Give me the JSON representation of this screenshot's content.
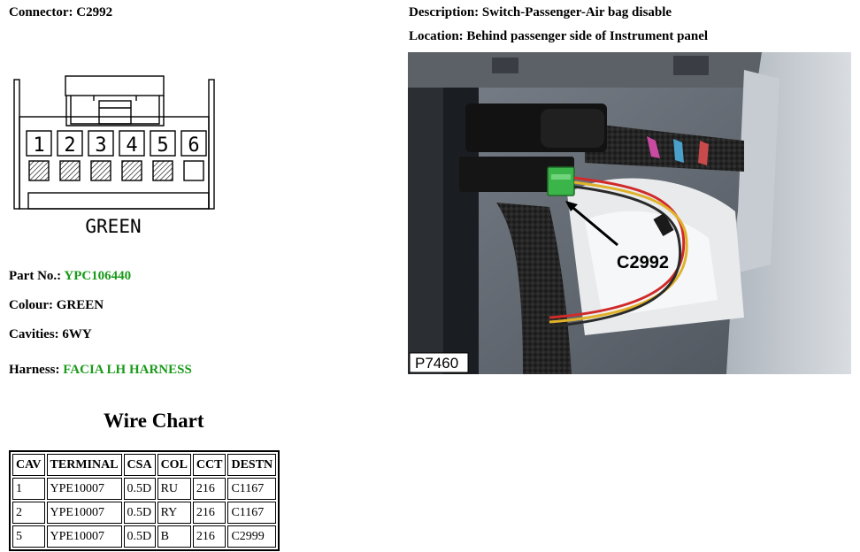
{
  "connector": {
    "label": "Connector:",
    "value": "C2992"
  },
  "description": {
    "label": "Description:",
    "value": "Switch-Passenger-Air bag disable"
  },
  "location": {
    "label": "Location:",
    "value": "Behind passenger side of Instrument panel"
  },
  "diagram": {
    "cavity_numbers": [
      "1",
      "2",
      "3",
      "4",
      "5",
      "6"
    ],
    "populated_cavities": [
      1,
      2,
      3,
      4,
      5
    ],
    "color_label": "GREEN"
  },
  "part_no": {
    "label": "Part No.:",
    "value": "YPC106440"
  },
  "colour": {
    "label": "Colour:",
    "value": "GREEN"
  },
  "cavities": {
    "label": "Cavities:",
    "value": "6WY"
  },
  "harness": {
    "label": "Harness:",
    "value": "FACIA LH HARNESS"
  },
  "photo": {
    "callout": "C2992",
    "ref": "P7460"
  },
  "wire_chart": {
    "title": "Wire Chart",
    "headers": [
      "CAV",
      "TERMINAL",
      "CSA",
      "COL",
      "CCT",
      "DESTN"
    ],
    "rows": [
      [
        "1",
        "YPE10007",
        "0.5D",
        "RU",
        "216",
        "C1167"
      ],
      [
        "2",
        "YPE10007",
        "0.5D",
        "RY",
        "216",
        "C1167"
      ],
      [
        "5",
        "YPE10007",
        "0.5D",
        "B",
        "216",
        "C2999"
      ]
    ]
  },
  "colors": {
    "green_text": "#1a9a1a",
    "connector_green": "#3bb54a"
  }
}
